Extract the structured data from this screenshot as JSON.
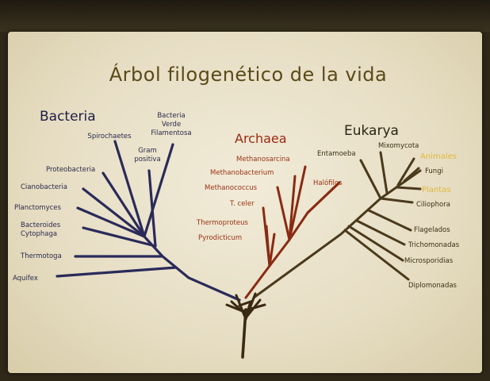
{
  "title": "Árbol filogenético de la vida",
  "domains": {
    "bacteria": "Bacteria",
    "archaea": "Archaea",
    "eukarya": "Eukarya"
  },
  "bacteria_taxa": {
    "verde1": "Bacteria",
    "verde2": "Verde",
    "verde3": "Filamentosa",
    "gram1": "Gram",
    "gram2": "positiva",
    "spirochaetes": "Spirochaetes",
    "proteobacteria": "Proteobacteria",
    "cianobacteria": "Cianobacteria",
    "planctomyces": "Planctomyces",
    "bacteroides1": "Bacteroides",
    "bacteroides2": "Cytophaga",
    "thermotoga": "Thermotoga",
    "aquifex": "Aquifex"
  },
  "archaea_taxa": {
    "methanosarcina": "Methanosarcina",
    "methanobacterium": "Methanobacterium",
    "methanococcus": "Methanococcus",
    "tceler": "T. celer",
    "thermoproteus": "Thermoproteus",
    "pyrodicticum": "Pyrodicticum",
    "halofilos": "Halófilos"
  },
  "eukarya_taxa": {
    "entamoeba": "Entamoeba",
    "mycomycota": "Mixomycota",
    "animales": "Animales",
    "fungi": "Fungi",
    "plantas": "Plantas",
    "ciliophora": "Ciliophora",
    "flagelados": "Flagelados",
    "trichomonadas": "Trichomonadas",
    "microsporidias": "Microsporidias",
    "diplomonadas": "Diplomonadas"
  },
  "colors": {
    "bacteria": "#2a2a5a",
    "archaea": "#8a2a12",
    "eukarya": "#4a3a1c",
    "highlight": "#e0b83a",
    "title": "#5a4a18"
  }
}
